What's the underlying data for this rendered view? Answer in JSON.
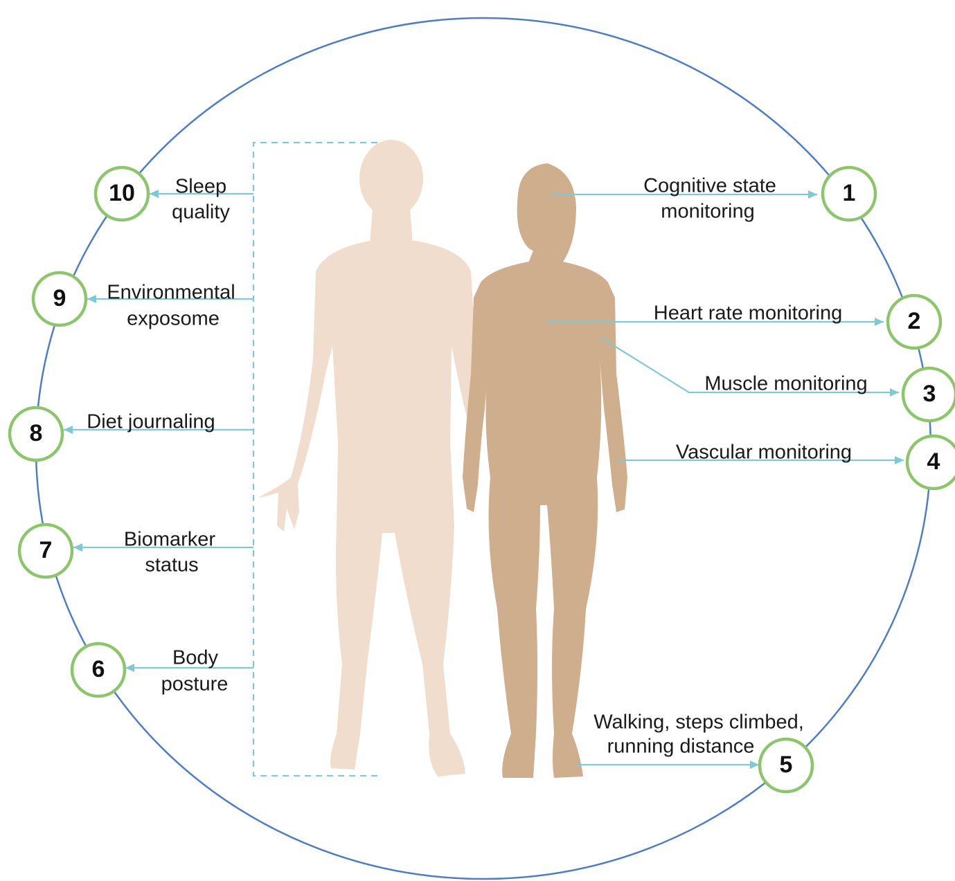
{
  "colors": {
    "outer_circle": "#4f7ec0",
    "badge_ring": "#8cc56c",
    "connector": "#7ec8d8",
    "male_silhouette": "#f1ddcd",
    "female_silhouette": "#cfae8d",
    "text": "#1a1a1a"
  },
  "figures": {
    "left": "male-silhouette",
    "right": "female-silhouette",
    "left_group_marker": "dashed-bracket"
  },
  "items": [
    {
      "number": "1",
      "lines": [
        "Cognitive state",
        "monitoring"
      ],
      "side": "right"
    },
    {
      "number": "2",
      "lines": [
        "Heart rate monitoring"
      ],
      "side": "right"
    },
    {
      "number": "3",
      "lines": [
        "Muscle monitoring"
      ],
      "side": "right"
    },
    {
      "number": "4",
      "lines": [
        "Vascular monitoring"
      ],
      "side": "right"
    },
    {
      "number": "5",
      "lines": [
        "Walking, steps climbed,",
        "running distance"
      ],
      "side": "right"
    },
    {
      "number": "6",
      "lines": [
        "Body",
        "posture"
      ],
      "side": "left"
    },
    {
      "number": "7",
      "lines": [
        "Biomarker",
        "status"
      ],
      "side": "left"
    },
    {
      "number": "8",
      "lines": [
        "Diet journaling"
      ],
      "side": "left"
    },
    {
      "number": "9",
      "lines": [
        "Environmental",
        "exposome"
      ],
      "side": "left"
    },
    {
      "number": "10",
      "lines": [
        "Sleep",
        "quality"
      ],
      "side": "left"
    }
  ]
}
